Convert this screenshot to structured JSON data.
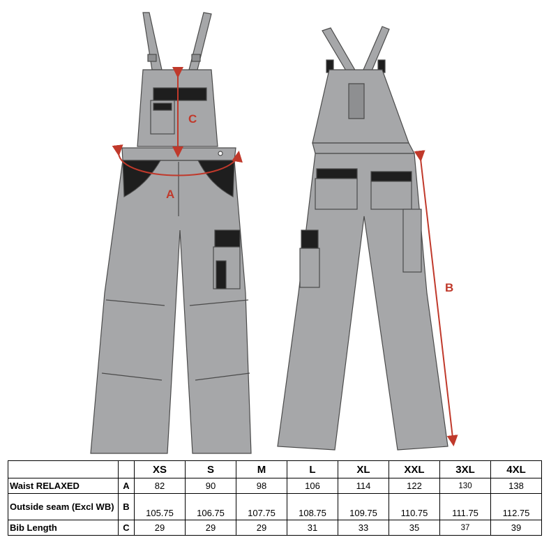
{
  "figure": {
    "labels": {
      "a": "A",
      "b": "B",
      "c": "C"
    },
    "colors": {
      "fabric": "#a6a7a9",
      "fabric_dark": "#8e8f91",
      "accent": "#1e1e1e",
      "outline": "#4a4a4a",
      "measure": "#c0392b"
    }
  },
  "table": {
    "columns": [
      "XS",
      "S",
      "M",
      "L",
      "XL",
      "XXL",
      "3XL",
      "4XL"
    ],
    "rows": [
      {
        "label": "Waist RELAXED",
        "code": "A",
        "values": [
          "82",
          "90",
          "98",
          "106",
          "114",
          "122",
          "130",
          "138"
        ]
      },
      {
        "label": "Outside seam (Excl WB)",
        "code": "B",
        "values": [
          "105.75",
          "106.75",
          "107.75",
          "108.75",
          "109.75",
          "110.75",
          "111.75",
          "112.75"
        ]
      },
      {
        "label": "Bib Length",
        "code": "C",
        "values": [
          "29",
          "29",
          "29",
          "31",
          "33",
          "35",
          "37",
          "39"
        ]
      }
    ]
  }
}
